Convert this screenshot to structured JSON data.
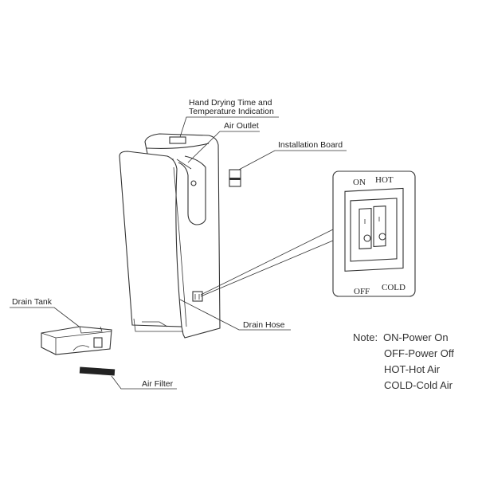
{
  "labels": {
    "display_line1": "Hand Drying Time and",
    "display_line2": "Temperature Indication",
    "air_outlet": "Air Outlet",
    "installation_board": "Installation Board",
    "drain_hose": "Drain Hose",
    "drain_tank": "Drain Tank",
    "air_filter": "Air Filter"
  },
  "switch_panel": {
    "on": "ON",
    "hot": "HOT",
    "off": "OFF",
    "cold": "COLD"
  },
  "note": {
    "prefix": "Note:",
    "lines": [
      "ON-Power On",
      "OFF-Power Off",
      "HOT-Hot Air",
      "COLD-Cold Air"
    ]
  }
}
